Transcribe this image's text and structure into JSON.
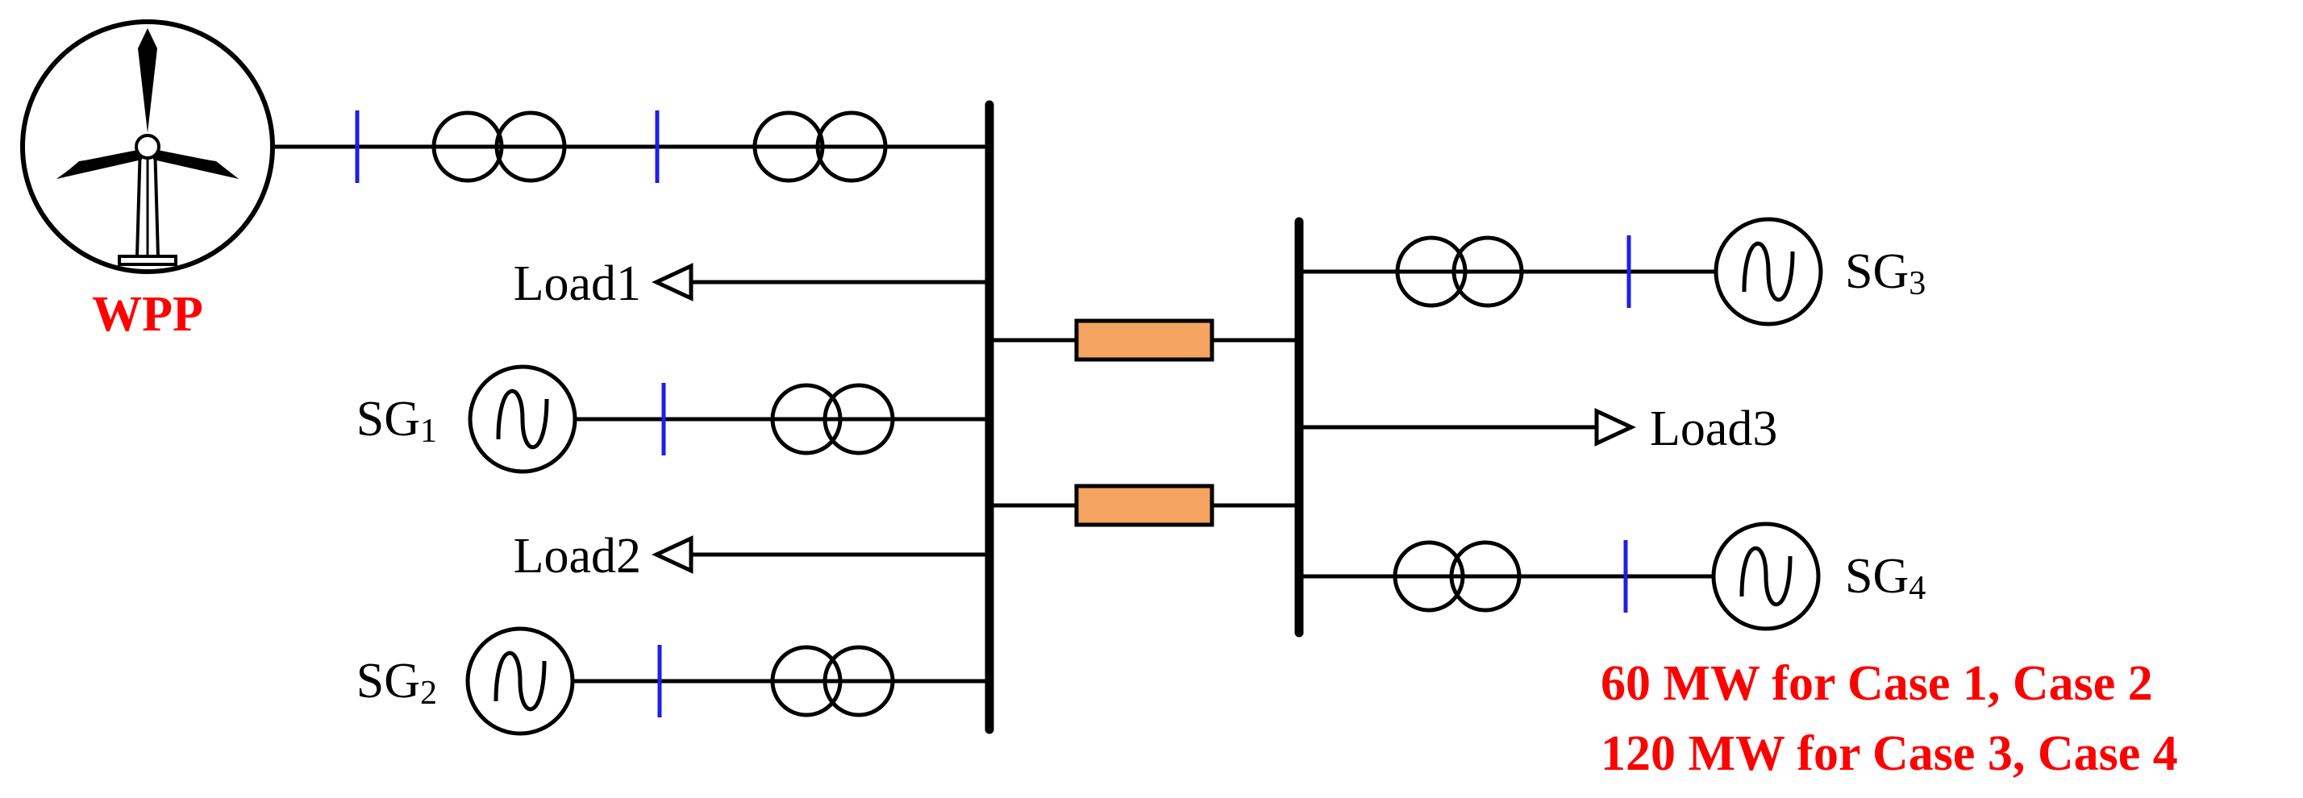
{
  "diagram": {
    "wpp_label": "WPP",
    "generators": [
      {
        "base": "SG",
        "sub": "1"
      },
      {
        "base": "SG",
        "sub": "2"
      },
      {
        "base": "SG",
        "sub": "3"
      },
      {
        "base": "SG",
        "sub": "4"
      }
    ],
    "loads": [
      "Load1",
      "Load2",
      "Load3"
    ],
    "wpp_note_lines": [
      "60 MW for Case 1, Case 2",
      "120 MW for Case 3, Case 4"
    ],
    "colors": {
      "line": "#000000",
      "bus_tick": "#1f1fe6",
      "line_impedance": "#f4a460",
      "highlight_text": "#ff0000"
    }
  }
}
